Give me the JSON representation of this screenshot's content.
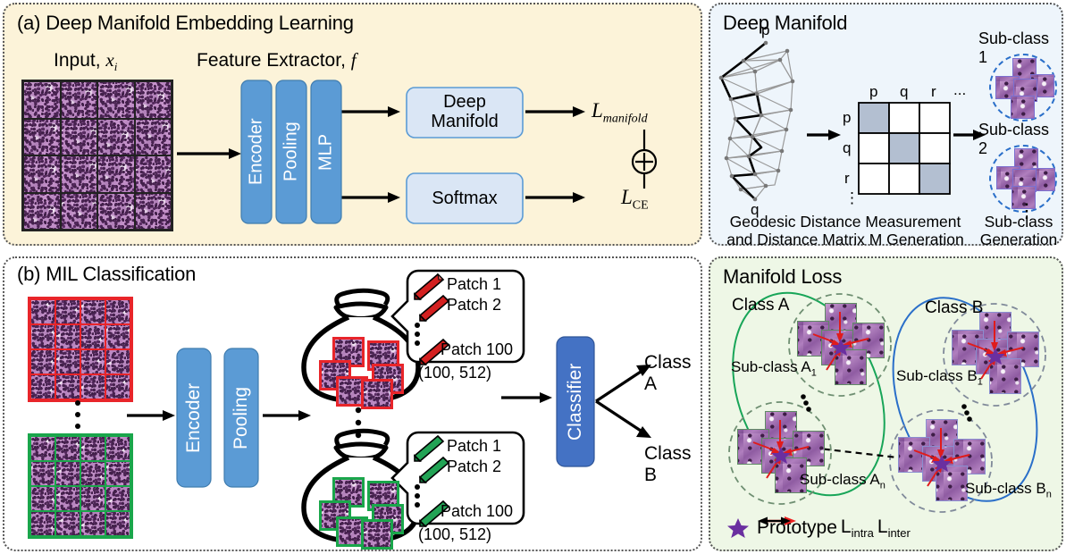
{
  "panels": {
    "a": {
      "title": "(a) Deep Manifold Embedding Learning",
      "input_label": "Input, ",
      "input_var": "x",
      "input_sub": "i",
      "extractor_label": "Feature Extractor, ",
      "extractor_var": "f",
      "blocks": [
        "Encoder",
        "Pooling",
        "MLP"
      ],
      "head_deep": "Deep",
      "head_manifold": "Manifold",
      "head_softmax": "Softmax",
      "loss_manifold_base": "L",
      "loss_manifold_sub": "manifold",
      "loss_ce_base": "L",
      "loss_ce_sub": "CE",
      "plus_icon": "circled-plus"
    },
    "b": {
      "title": "(b) MIL Classification",
      "blocks": [
        "Encoder",
        "Pooling"
      ],
      "classifier": "Classifier",
      "patch_rows_top": [
        "Patch 1",
        "Patch 2",
        "Patch 100"
      ],
      "patch_rows_bottom": [
        "Patch 1",
        "Patch 2",
        "Patch 100"
      ],
      "shape_top": "(100, 512)",
      "shape_bottom": "(100, 512)",
      "out_class_a": "Class A",
      "out_class_b": "Class B",
      "colors": {
        "class_a": "#e8252a",
        "class_b": "#1aa64b"
      }
    },
    "deep_manifold": {
      "title": "Deep Manifold",
      "node_p": "p",
      "node_q": "q",
      "matrix_cols": [
        "p",
        "q",
        "r",
        "..."
      ],
      "matrix_rows": [
        "p",
        "q",
        "r",
        "⋮"
      ],
      "caption_line1": "Geodesic Distance Measurement",
      "caption_line2": "and Distance Matrix M Generation",
      "subclass_1": "Sub-class 1",
      "subclass_2": "Sub-class 2",
      "subclass_dots": "⋮",
      "right_caption_line1": "Sub-class",
      "right_caption_line2": "Generation"
    },
    "manifold_loss": {
      "title": "Manifold Loss",
      "class_a": "Class A",
      "class_b": "Class B",
      "subclass_a1_base": "Sub-class A",
      "subclass_a1_sub": "1",
      "subclass_an_base": "Sub-class A",
      "subclass_an_sub": "n",
      "subclass_b1_base": "Sub-class B",
      "subclass_b1_sub": "1",
      "subclass_bn_base": "Sub-class B",
      "subclass_bn_sub": "n",
      "legend": {
        "prototype_label": "Prototype",
        "prototype_icon": "star-icon",
        "intra_base": "L",
        "intra_sub": "intra",
        "intra_icon": "right-arrow-icon",
        "inter_base": "L",
        "inter_sub": "inter",
        "inter_icon": "double-arrow-icon"
      },
      "colors": {
        "class_a_ellipse": "#18a558",
        "class_b_ellipse": "#2a6fc9",
        "prototype": "#6a2fa0",
        "intra_arrow": "#e01b1b"
      }
    }
  }
}
